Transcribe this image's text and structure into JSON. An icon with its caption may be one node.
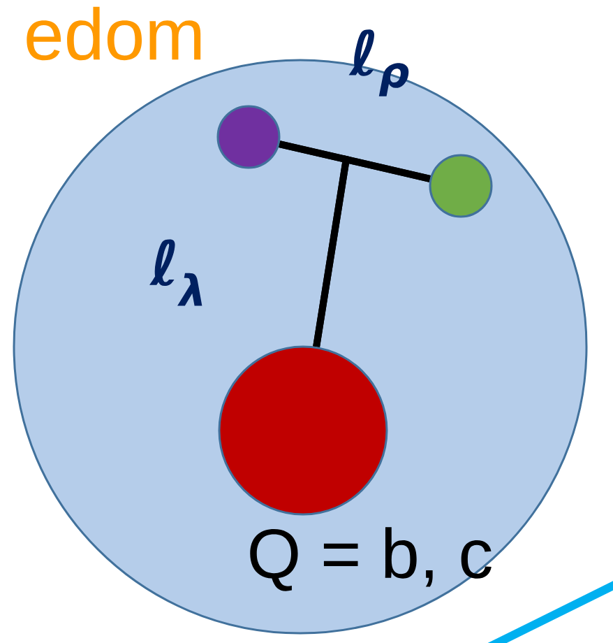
{
  "diagram": {
    "nodes": [
      {
        "text": [],
        "shape": "circle"
      },
      {
        "text": [],
        "shape": "circle",
        "in": 0
      },
      {
        "text": [],
        "shape": "circle",
        "in": 0
      },
      {
        "text": [],
        "shape": "circle",
        "in": 0
      }
    ],
    "edges": [
      {
        "from": 1,
        "to": 2,
        "arrow": "none"
      },
      {
        "from": 1,
        "to": 3,
        "arrow": "none"
      },
      {
        "from": 2,
        "to": 3,
        "arrow": "none"
      }
    ],
    "labels": [
      "edom",
      "ℓ$_{ρ}$",
      "ℓ$_{λ}$",
      "Q = b, c"
    ]
  }
}
